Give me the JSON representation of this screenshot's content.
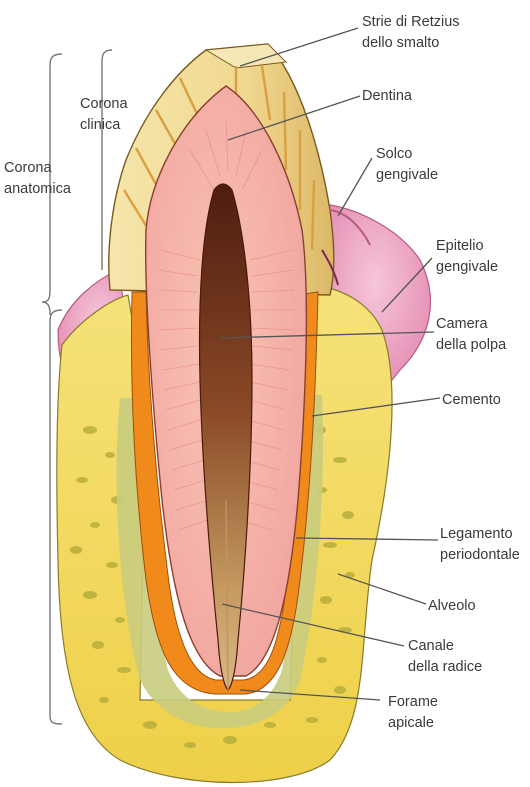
{
  "labels": {
    "strie": [
      "Strie di Retzius",
      "dello smalto"
    ],
    "dentina": [
      "Dentina"
    ],
    "solco": [
      "Solco",
      "gengivale"
    ],
    "epitelio": [
      "Epitelio",
      "gengivale"
    ],
    "camera": [
      "Camera",
      "della polpa"
    ],
    "cemento": [
      "Cemento"
    ],
    "legamento": [
      "Legamento",
      "periodontale"
    ],
    "alveolo": [
      "Alveolo"
    ],
    "canale": [
      "Canale",
      "della radice"
    ],
    "forame": [
      "Forame",
      "apicale"
    ],
    "corona_clinica": [
      "Corona",
      "clinica"
    ],
    "corona_anatomica": [
      "Corona",
      "anatomica"
    ]
  },
  "colors": {
    "enamel": "#f0dc94",
    "retzius": "#d8a040",
    "dentin": "#f6b3a8",
    "pulp_dark": "#5a2414",
    "pulp_light": "#caa068",
    "gum": "#ec9cbc",
    "bone": "#f2dc52",
    "bone_spots": "#b8ae3c",
    "cementum": "#f08a1a",
    "ligament": "#c9cc7e"
  }
}
